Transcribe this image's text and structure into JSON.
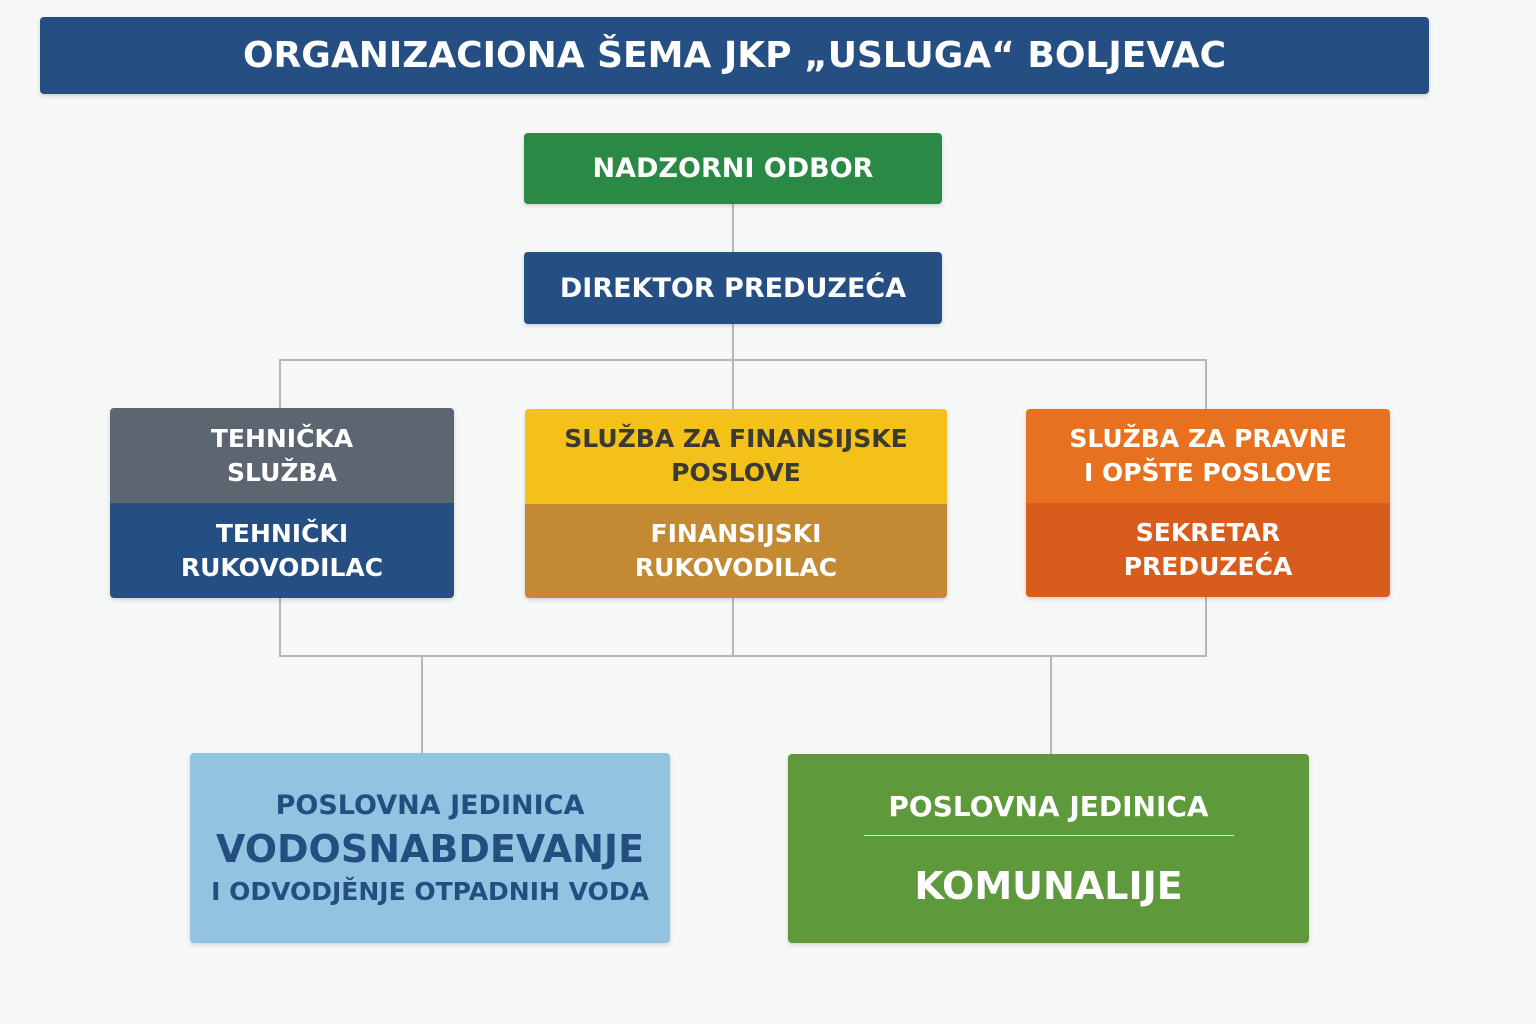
{
  "title": "ORGANIZACIONA ŠEMA JKP „USLUGA“ BOLJEVAC",
  "board": "NADZORNI ODBOR",
  "director": "DIREKTOR PREDUZEĆA",
  "departments": [
    {
      "service": "TEHNIČKA\nSLUŽBA",
      "head": "TEHNIČKI\nRUKOVODILAC"
    },
    {
      "service": "SLUŽBA ZA FINANSIJSKE\nPOSLOVE",
      "head": "FINANSIJSKI\nRUKOVODILAC"
    },
    {
      "service": "SLUŽBA ZA PRAVNE\nI OPŠTE POSLOVE",
      "head": "SEKRETAR\nPREDUZEĆA"
    }
  ],
  "units": [
    {
      "label": "POSLOVNA JEDINICA",
      "name": "VODOSNABDEVANJE",
      "sub": "I ODVODJĚNJE OTPADNIH VODA"
    },
    {
      "label": "POSLOVNA JEDINICA",
      "name": "KOMUNALIJE"
    }
  ],
  "colors": {
    "blue": "#254f83",
    "green": "#2a8a45",
    "gray": "#5b6670",
    "yellow": "#f4c11b",
    "ochre": "#c38a33",
    "orange": "#e46d1f",
    "orange_dark": "#d85d1d",
    "light_blue": "#92c4e2",
    "lime": "#5e9a3b"
  }
}
